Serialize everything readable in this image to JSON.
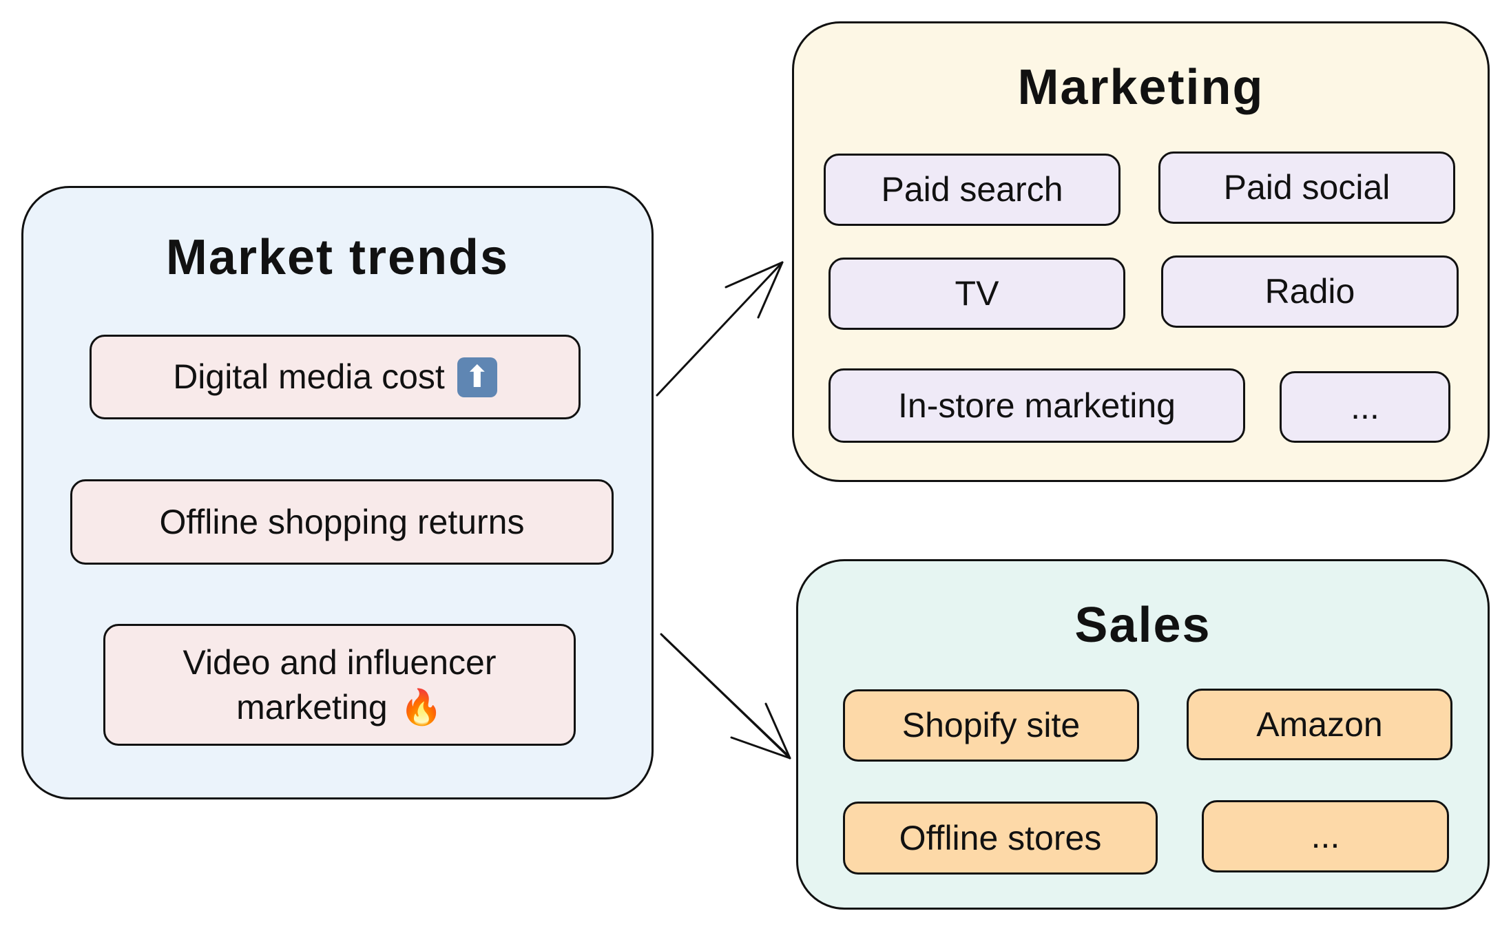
{
  "market_trends": {
    "title": "Market trends",
    "items": [
      {
        "label": "Digital media cost",
        "icon": "arrow-up-icon",
        "icon_glyph": "⬆"
      },
      {
        "label": "Offline shopping returns"
      },
      {
        "label": "Video and influencer marketing",
        "icon": "fire-icon",
        "icon_glyph": "🔥"
      }
    ]
  },
  "marketing": {
    "title": "Marketing",
    "items": [
      "Paid search",
      "Paid social",
      "TV",
      "Radio",
      "In-store marketing",
      "..."
    ]
  },
  "sales": {
    "title": "Sales",
    "items": [
      "Shopify site",
      "Amazon",
      "Offline stores",
      "..."
    ]
  },
  "colors": {
    "market_bg": "#ebf3fb",
    "market_item": "#f8eaea",
    "marketing_bg": "#fdf7e5",
    "marketing_item": "#efeaf7",
    "sales_bg": "#e6f5f2",
    "sales_item": "#fdd9a8"
  }
}
